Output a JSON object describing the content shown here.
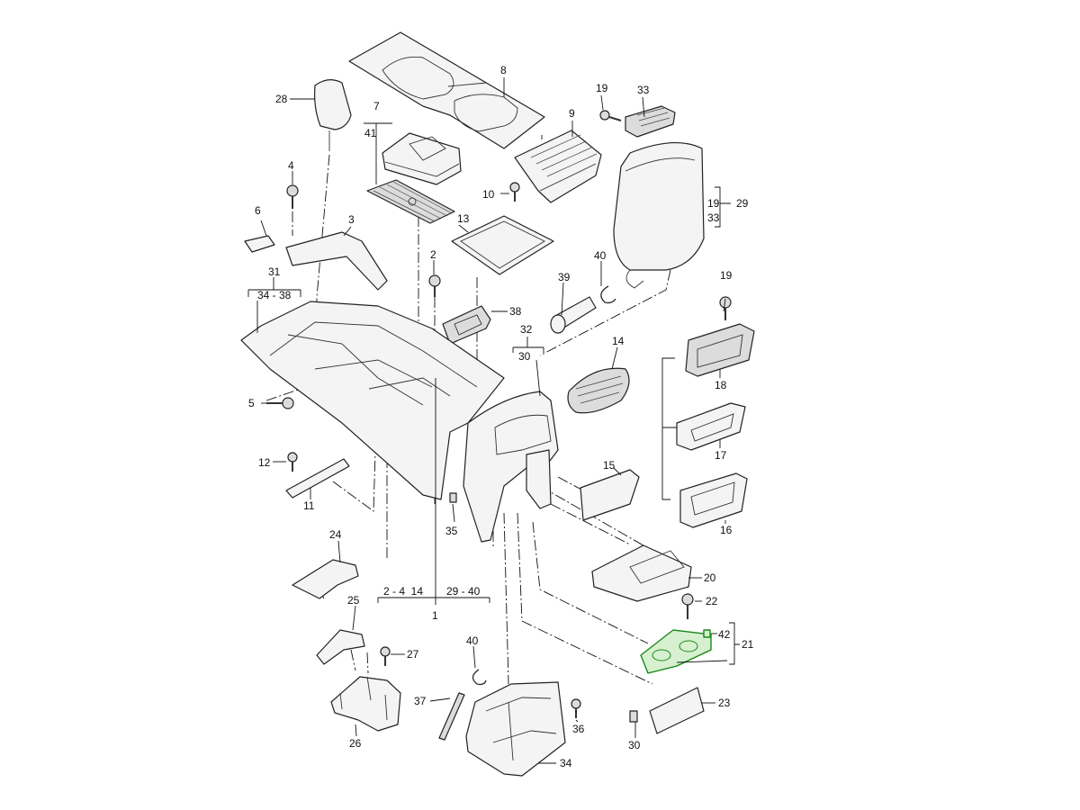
{
  "diagram": {
    "highlight_color": "#1a8a1a",
    "labels": {
      "l1": "1",
      "l2": "2",
      "l3": "3",
      "l4": "4",
      "l5": "5",
      "l6": "6",
      "l7": "7",
      "l8": "8",
      "l9": "9",
      "l10": "10",
      "l11": "11",
      "l12": "12",
      "l13": "13",
      "l14": "14",
      "l15": "15",
      "l16": "16",
      "l17": "17",
      "l18": "18",
      "l19a": "19",
      "l19b": "19",
      "l19c": "19",
      "l20": "20",
      "l21": "21",
      "l22": "22",
      "l23": "23",
      "l24": "24",
      "l25": "25",
      "l26": "26",
      "l27": "27",
      "l28": "28",
      "l29": "29",
      "l30a": "30",
      "l30b": "30",
      "l31": "31",
      "l32": "32",
      "l33a": "33",
      "l33b": "33",
      "l34": "34",
      "l34_38": "34 - 38",
      "l35": "35",
      "l36": "36",
      "l37": "37",
      "l38": "38",
      "l39": "39",
      "l40a": "40",
      "l40b": "40",
      "l41": "41",
      "l42": "42",
      "group_left": "2 - 4  14",
      "group_right": "29 - 40"
    }
  }
}
